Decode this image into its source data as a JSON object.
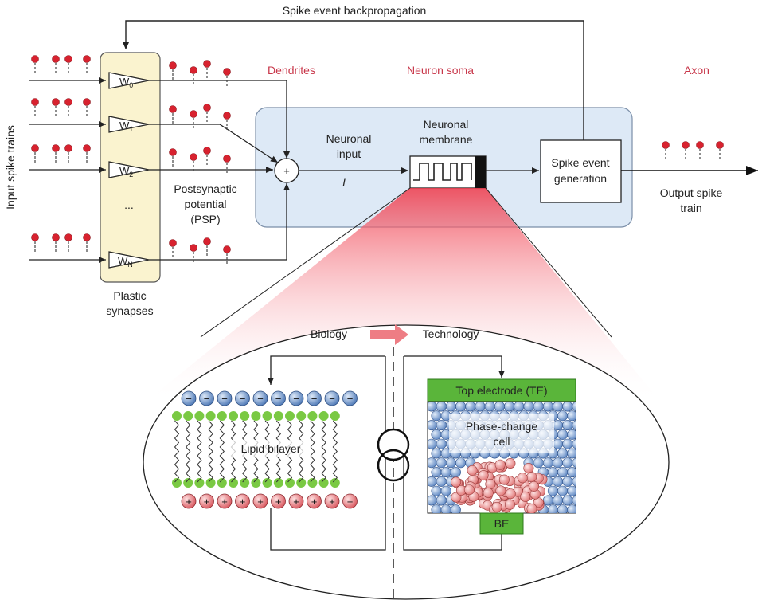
{
  "labels": {
    "backprop": "Spike event backpropagation",
    "input_trains": "Input spike trains",
    "dendrites": "Dendrites",
    "soma": "Neuron soma",
    "axon": "Axon",
    "neuronal_input_1": "Neuronal",
    "neuronal_input_2": "input",
    "input_symbol": "I",
    "membrane_1": "Neuronal",
    "membrane_2": "membrane",
    "spike_gen_1": "Spike event",
    "spike_gen_2": "generation",
    "output_1": "Output spike",
    "output_2": "train",
    "psp_1": "Postsynaptic",
    "psp_2": "potential",
    "psp_3": "(PSP)",
    "plastic_1": "Plastic",
    "plastic_2": "synapses",
    "weights": [
      "W",
      "W",
      "W",
      "W"
    ],
    "weight_subs": [
      "0",
      "1",
      "2",
      "N"
    ],
    "ellipsis": "...",
    "sum_symbol": "+",
    "biology": "Biology",
    "technology": "Technology",
    "lipid": "Lipid bilayer",
    "top_electrode": "Top electrode (TE)",
    "phase_change_1": "Phase-change",
    "phase_change_2": "cell",
    "bottom_electrode": "BE",
    "minus": "−",
    "plus": "+"
  },
  "colors": {
    "soma_fill": "#dde9f6",
    "synapse_fill": "#faf3cf",
    "accent_red": "#c8374a",
    "spike_red": "#d8222f",
    "electrode_green": "#5ab53a",
    "head_green": "#7ac943",
    "ion_blue": "#4d78b6",
    "ion_red": "#e0575f",
    "atom_blue": "#6c92c9",
    "atom_pink": "#e98787",
    "arrow_pink": "#ee7d84"
  }
}
